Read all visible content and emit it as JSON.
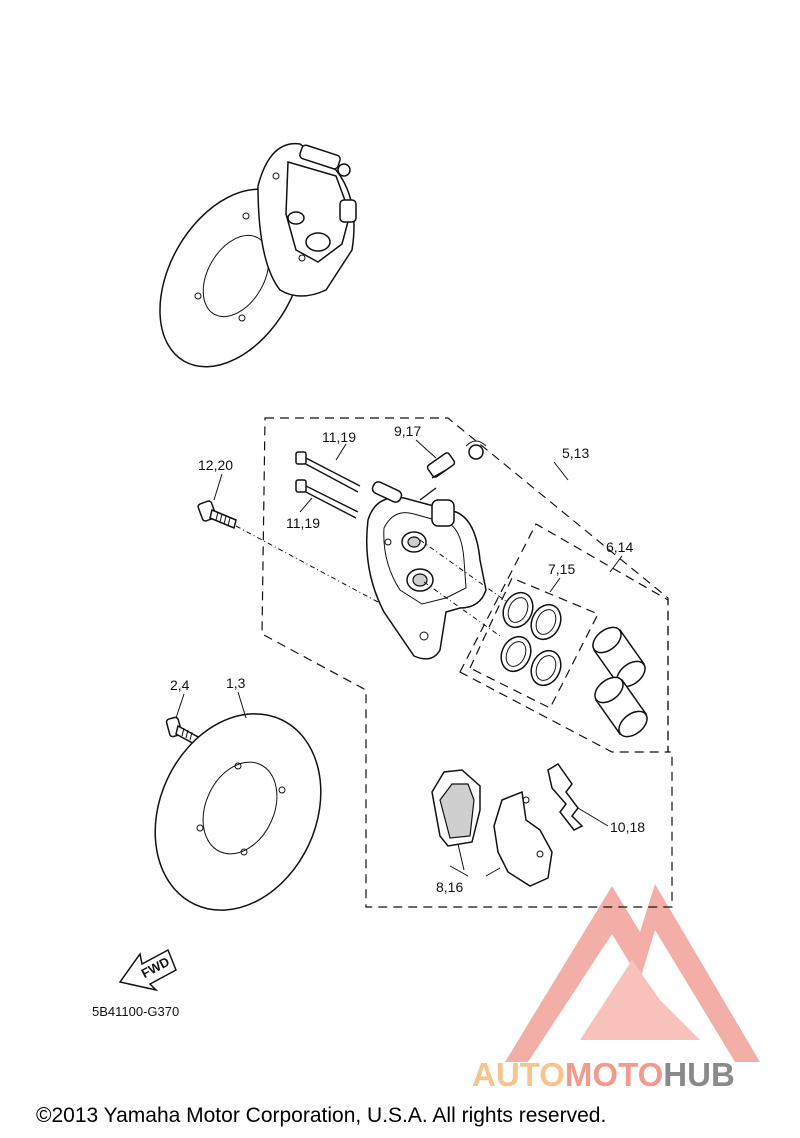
{
  "callouts": {
    "c_5_13": "5,13",
    "c_9_17": "9,17",
    "c_11_19_top": "11,19",
    "c_11_19_bottom": "11,19",
    "c_12_20": "12,20",
    "c_6_14": "6,14",
    "c_7_15": "7,15",
    "c_2_4": "2,4",
    "c_1_3": "1,3",
    "c_10_18": "10,18",
    "c_8_16": "8,16"
  },
  "fwd_label": "FWD",
  "diagram_code": "5B41100-G370",
  "copyright": "©2013 Yamaha Motor Corporation, U.S.A. All rights reserved.",
  "watermark": {
    "part1": "AUTO",
    "part2": "MOTO",
    "part3": "HUB",
    "color_auto": "#f6c48c",
    "color_moto": "#f29a8c",
    "color_hub": "#8a8a8a",
    "logo_color": "#f2a099"
  }
}
